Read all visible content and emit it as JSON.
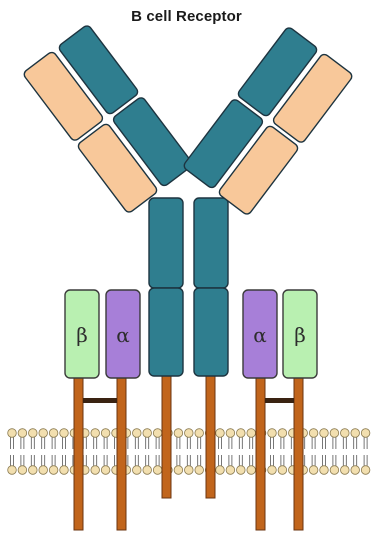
{
  "title": "B cell Receptor",
  "labels": {
    "beta_left": "β",
    "alpha_left": "α",
    "alpha_right": "α",
    "beta_right": "β"
  },
  "colors": {
    "heavy_chain": "#2f7e8f",
    "light_chain": "#f8c89a",
    "ig_alpha": "#a77fd8",
    "ig_beta": "#b9f0b1",
    "transmembrane": "#c1651c",
    "disulfide_bond": "#3a2312",
    "lipid_head": "#f2dfaf"
  }
}
